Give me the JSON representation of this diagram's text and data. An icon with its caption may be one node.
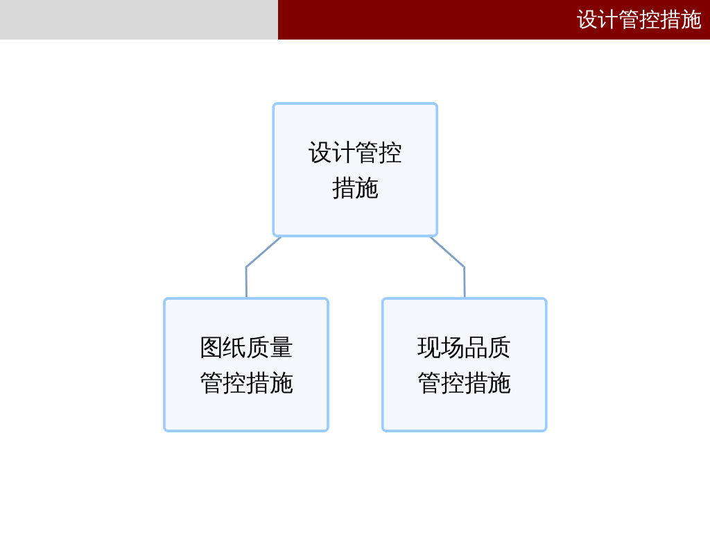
{
  "diagram": {
    "title": "设计管控措施",
    "nodes": [
      {
        "text": [
          "设计管控措施"
        ]
      },
      {
        "text": [
          "图纸质量管控措施"
        ]
      },
      {
        "text": [
          "现场品质管控措施"
        ]
      }
    ],
    "edges": [
      {
        "from": 0,
        "to": 1,
        "arrow": "none"
      },
      {
        "from": 0,
        "to": 2,
        "arrow": "none"
      }
    ]
  }
}
